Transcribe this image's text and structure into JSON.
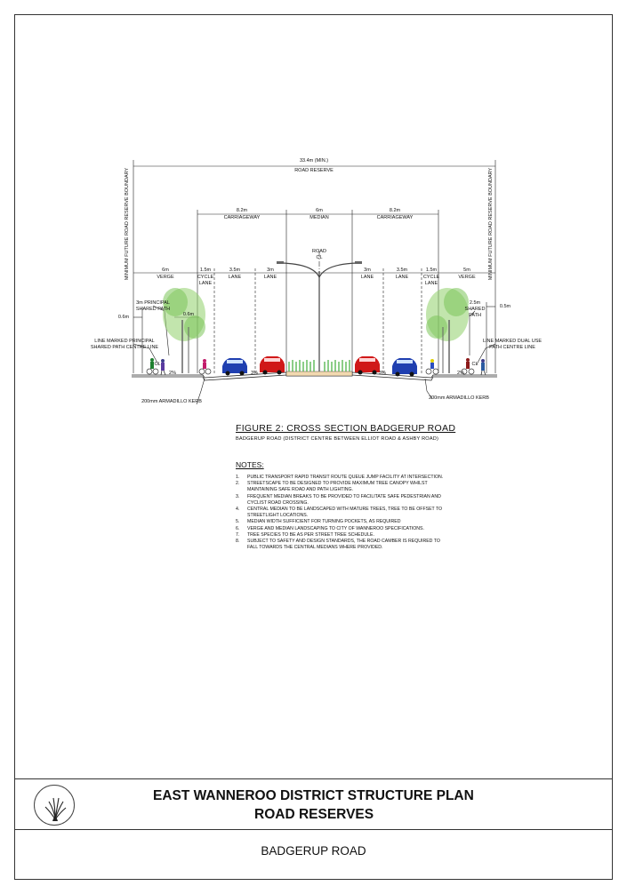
{
  "dims": {
    "total": "33.4m (MIN.)",
    "reserve": "ROAD RESERVE",
    "cw_w": "8.2m",
    "cw_label": "CARRIAGEWAY",
    "med_w": "6m",
    "med_label": "MEDIAN",
    "road": "ROAD",
    "cl": "CL",
    "boundary": "MINIMUM FUTURE ROAD RESERVE BOUNDARY",
    "verge_l_w": "6m",
    "verge_r_w": "5m",
    "verge": "VERGE",
    "cycle_w": "1.5m",
    "cycle1": "CYCLE",
    "cycle2": "LANE",
    "lane_outer_w": "3.5m",
    "lane_inner_w": "3m",
    "lane": "LANE",
    "psp_a": "3m PRINCIPAL",
    "psp_b": "SHARED PATH",
    "sp_w": "2.5m",
    "sp_a": "SHARED",
    "sp_b": "PATH",
    "off_06": "0.6m",
    "off_05": "0.5m",
    "lm_left_a": "LINE MARKED PRINCIPAL",
    "lm_left_b": "SHARED PATH CENTRE LINE",
    "lm_right_a": "LINE MARKED DUAL USE",
    "lm_right_b": "PATH CENTRE LINE",
    "pct2": "2%",
    "pct3": "3%",
    "kerb": "200mm ARMADILLO KERB"
  },
  "figure": {
    "title": "FIGURE 2: CROSS SECTION BADGERUP ROAD",
    "subtitle": "BADGERUP ROAD (DISTRICT CENTRE BETWEEN ELLIOT ROAD & ASHBY ROAD)"
  },
  "notes": {
    "heading": "NOTES:",
    "items": [
      {
        "n": "1.",
        "text": "PUBLIC TRANSPORT RAPID TRANSIT ROUTE QUEUE JUMP FACILITY AT INTERSECTION."
      },
      {
        "n": "2.",
        "text": "STREETSCAPE TO BE DESIGNED TO PROVIDE MAXIMUM TREE CANOPY WHILST MAINTAINING SAFE ROAD AND PATH LIGHTING."
      },
      {
        "n": "3.",
        "text": "FREQUENT MEDIAN BREAKS TO BE PROVIDED TO FACILITATE SAFE PEDESTRIAN AND CYCLIST ROAD CROSSING."
      },
      {
        "n": "4.",
        "text": "CENTRAL MEDIAN TO BE LANDSCAPED WITH MATURE TREES, TREE TO BE OFFSET TO STREETLIGHT LOCATIONS."
      },
      {
        "n": "5.",
        "text": "MEDIAN WIDTH SUFFICIENT FOR TURNING POCKETS, AS REQUIRED"
      },
      {
        "n": "6.",
        "text": "VERGE AND MEDIAN LANDSCAPING TO CITY OF WANNEROO SPECIFICATIONS."
      },
      {
        "n": "7.",
        "text": "TREE SPECIES TO BE AS PER STREET TREE SCHEDULE."
      },
      {
        "n": "8.",
        "text": "SUBJECT TO SAFETY AND DESIGN STANDARDS, THE ROAD CAMBER IS REQUIRED TO FALL TOWARDS THE CENTRAL MEDIANS WHERE PROVIDED."
      }
    ]
  },
  "title_block": {
    "line1": "EAST WANNEROO DISTRICT STRUCTURE PLAN",
    "line2": "ROAD RESERVES"
  },
  "bottom_label": "BADGERUP ROAD",
  "colors": {
    "car_blue": "#1f3fb0",
    "car_red": "#d01818",
    "tree": "#8fd06a",
    "grass": "#3fae3a",
    "line": "#222222"
  }
}
